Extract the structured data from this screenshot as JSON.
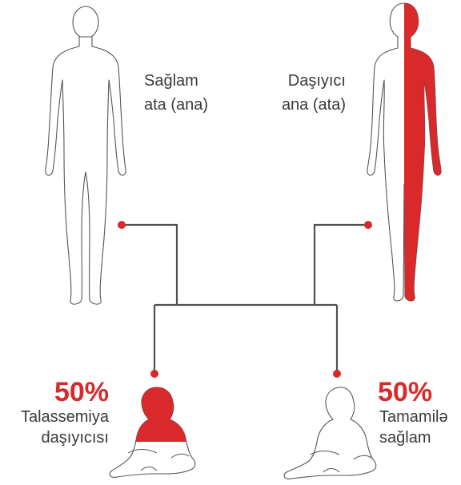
{
  "parents": {
    "left": {
      "line1": "Sağlam",
      "line2": "ata (ana)",
      "status": "healthy"
    },
    "right": {
      "line1": "Daşıyıcı",
      "line2": "ana (ata)",
      "status": "carrier"
    }
  },
  "children": {
    "left": {
      "percent": "50%",
      "line1": "Talassemiya",
      "line2": "daşıyıcısı",
      "status": "carrier"
    },
    "right": {
      "percent": "50%",
      "line1": "Tamamilə",
      "line2": "sağlam",
      "status": "healthy"
    }
  },
  "colors": {
    "accent": "#d9292b",
    "connector": "#505050",
    "outline": "#555555"
  }
}
